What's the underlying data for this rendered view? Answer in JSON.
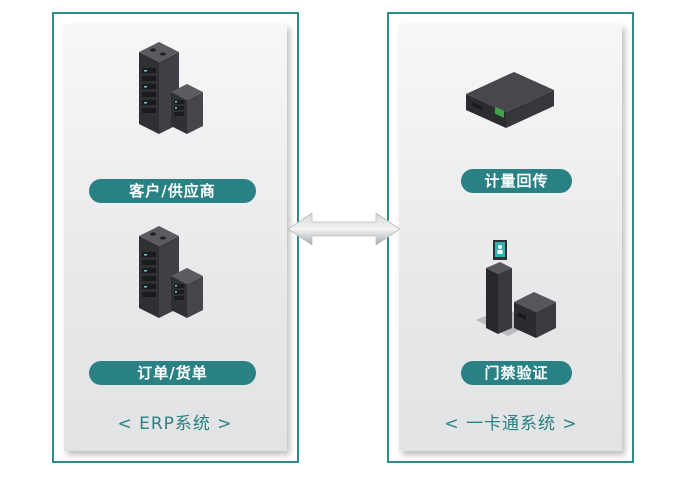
{
  "erp_panel": {
    "customer_label": "客户/供应商",
    "order_label": "订单/货单",
    "caption": "< ERP系统 >"
  },
  "card_panel": {
    "metering_label": "计量回传",
    "access_label": "门禁验证",
    "caption": "< 一卡通系统 >"
  },
  "icons": {
    "server_top": "server-icon",
    "server_bottom": "server-icon",
    "device_box": "device-box-icon",
    "kiosk": "access-kiosk-icon",
    "arrow": "double-arrow-icon"
  },
  "colors": {
    "border": "#2b8c8a",
    "pill": "#2a8183",
    "caption": "#2a8183"
  }
}
